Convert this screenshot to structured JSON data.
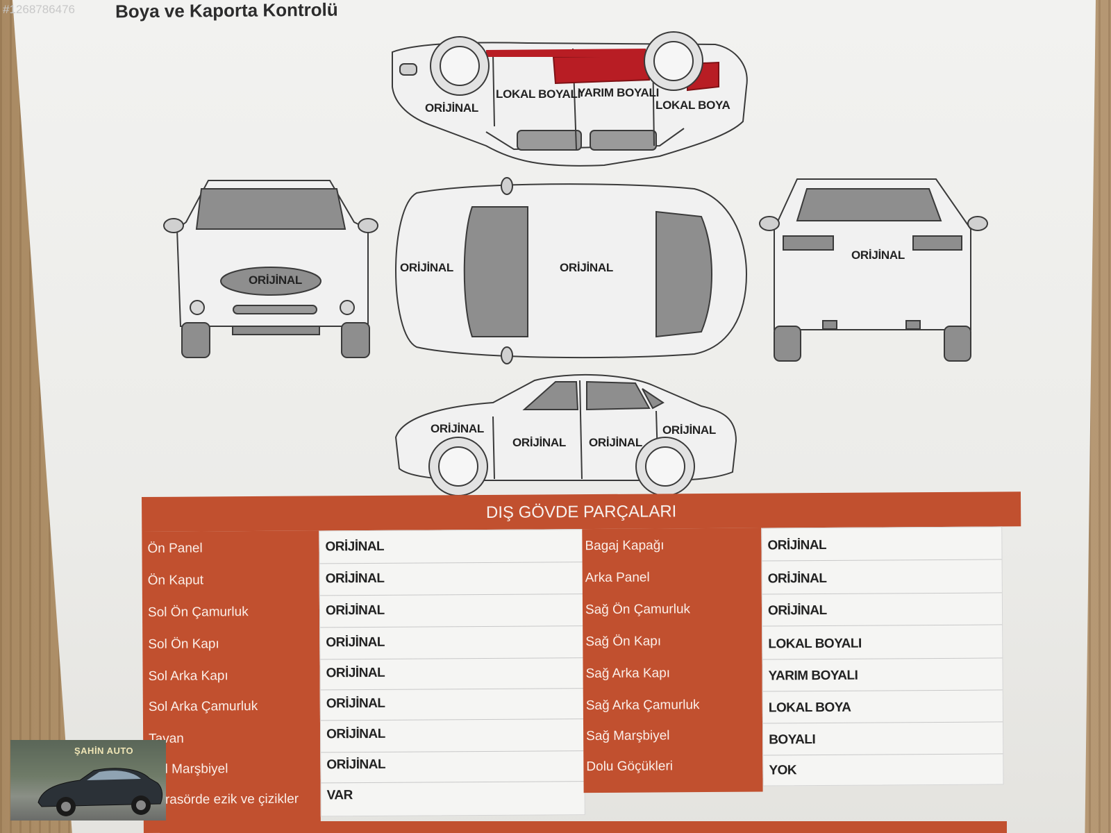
{
  "photo_id": "#1268786476",
  "document": {
    "title": "Boya ve Kaporta Kontrolü"
  },
  "diagram_labels": {
    "top_view_of_flipped_side": [
      "ORİJİNAL",
      "LOKAL BOYALI",
      "YARIM BOYALI",
      "LOKAL BOYA"
    ],
    "front": "ORİJİNAL",
    "roof_front": "ORİJİNAL",
    "roof_center": "ORİJİNAL",
    "rear": "ORİJİNAL",
    "left_side": [
      "ORİJİNAL",
      "ORİJİNAL",
      "ORİJİNAL",
      "ORİJİNAL"
    ]
  },
  "table": {
    "title": "DIŞ GÖVDE PARÇALARI",
    "left": [
      {
        "part": "Ön Panel",
        "status": "ORİJİNAL"
      },
      {
        "part": "Ön Kaput",
        "status": "ORİJİNAL"
      },
      {
        "part": "Sol Ön Çamurluk",
        "status": "ORİJİNAL"
      },
      {
        "part": "Sol Ön Kapı",
        "status": "ORİJİNAL"
      },
      {
        "part": "Sol Arka Kapı",
        "status": "ORİJİNAL"
      },
      {
        "part": "Sol Arka Çamurluk",
        "status": "ORİJİNAL"
      },
      {
        "part": "Tavan",
        "status": "ORİJİNAL"
      },
      {
        "part": "Sol Marşbiyel",
        "status": "ORİJİNAL"
      },
      {
        "part": "Karasörde ezik ve çizikler",
        "status": "VAR"
      }
    ],
    "right": [
      {
        "part": "Bagaj Kapağı",
        "status": "ORİJİNAL"
      },
      {
        "part": "Arka Panel",
        "status": "ORİJİNAL"
      },
      {
        "part": "Sağ Ön Çamurluk",
        "status": "ORİJİNAL"
      },
      {
        "part": "Sağ Ön Kapı",
        "status": "LOKAL BOYALI"
      },
      {
        "part": "Sağ Arka Kapı",
        "status": "YARIM BOYALI"
      },
      {
        "part": "Sağ Arka Çamurluk",
        "status": "LOKAL BOYA"
      },
      {
        "part": "Sağ Marşbiyel",
        "status": "BOYALI"
      },
      {
        "part": "Dolu Göçükleri",
        "status": "YOK"
      }
    ]
  },
  "dealer_logo": {
    "text": "ŞAHİN AUTO"
  },
  "colors": {
    "table_header": "#c1502f",
    "paint_mark": "#b81d24"
  }
}
